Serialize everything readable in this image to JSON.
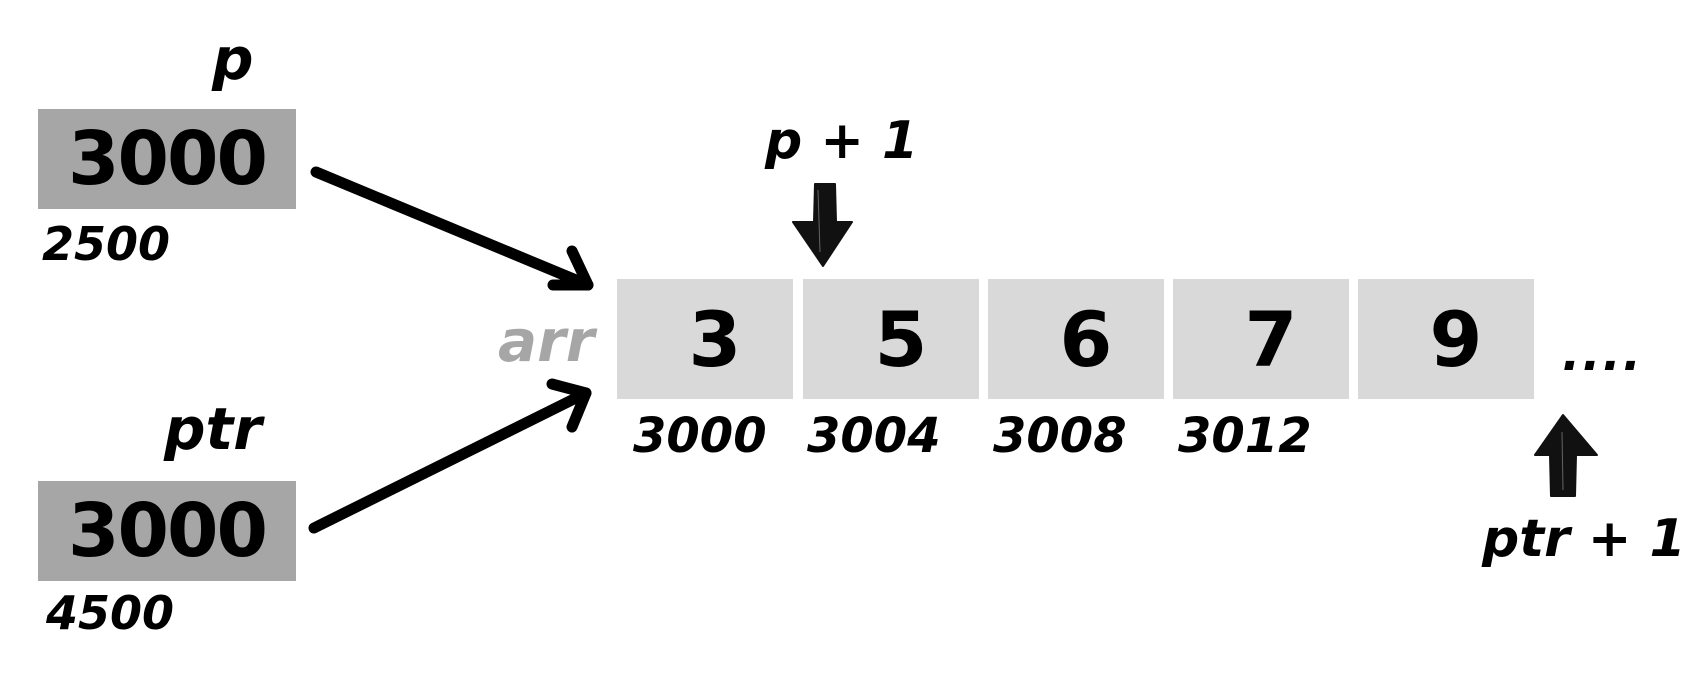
{
  "pointers": [
    {
      "name": "p",
      "value": "3000",
      "address": "2500"
    },
    {
      "name": "ptr",
      "value": "3000",
      "address": "4500"
    }
  ],
  "array": {
    "name": "arr",
    "cells": [
      {
        "value": "3",
        "address": "3000"
      },
      {
        "value": "5",
        "address": "3004"
      },
      {
        "value": "6",
        "address": "3008"
      },
      {
        "value": "7",
        "address": "3012"
      },
      {
        "value": "9",
        "address": ""
      }
    ],
    "ellipsis": "...."
  },
  "offsets": {
    "p_plus_1": "p + 1",
    "ptr_plus_1": "ptr + 1"
  },
  "colors": {
    "pointer_box": "#a6a6a6",
    "array_cell": "#d9d9d9",
    "array_label": "#a6a6a6",
    "ink": "#000000"
  }
}
